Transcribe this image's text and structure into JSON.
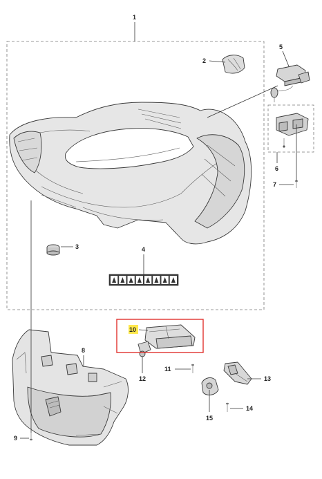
{
  "callouts": [
    {
      "id": "1",
      "label": "1"
    },
    {
      "id": "2",
      "label": "2"
    },
    {
      "id": "3",
      "label": "3"
    },
    {
      "id": "4",
      "label": "4"
    },
    {
      "id": "5",
      "label": "5"
    },
    {
      "id": "6",
      "label": "6"
    },
    {
      "id": "7",
      "label": "7"
    },
    {
      "id": "8",
      "label": "8"
    },
    {
      "id": "9",
      "label": "9"
    },
    {
      "id": "10",
      "label": "10"
    },
    {
      "id": "11",
      "label": "11"
    },
    {
      "id": "12",
      "label": "12"
    },
    {
      "id": "13",
      "label": "13"
    },
    {
      "id": "14",
      "label": "14"
    },
    {
      "id": "15",
      "label": "15"
    }
  ],
  "highlight": {
    "callout": "10",
    "box_color": "#e0322f",
    "marker_color": "#ffe94d"
  },
  "colors": {
    "part_fill": "#e6e6e6",
    "part_shadow": "#cfcfcf",
    "part_dark": "#bdbdbd",
    "line": "#333333",
    "dashed_frame": "#777777"
  },
  "label_strip": {
    "icon_count": 8,
    "icon_names": [
      "warning-icon",
      "warning-icon",
      "hand-icon",
      "blade-icon",
      "warning-icon",
      "book-icon",
      "person-icon",
      "ok-icon"
    ]
  }
}
